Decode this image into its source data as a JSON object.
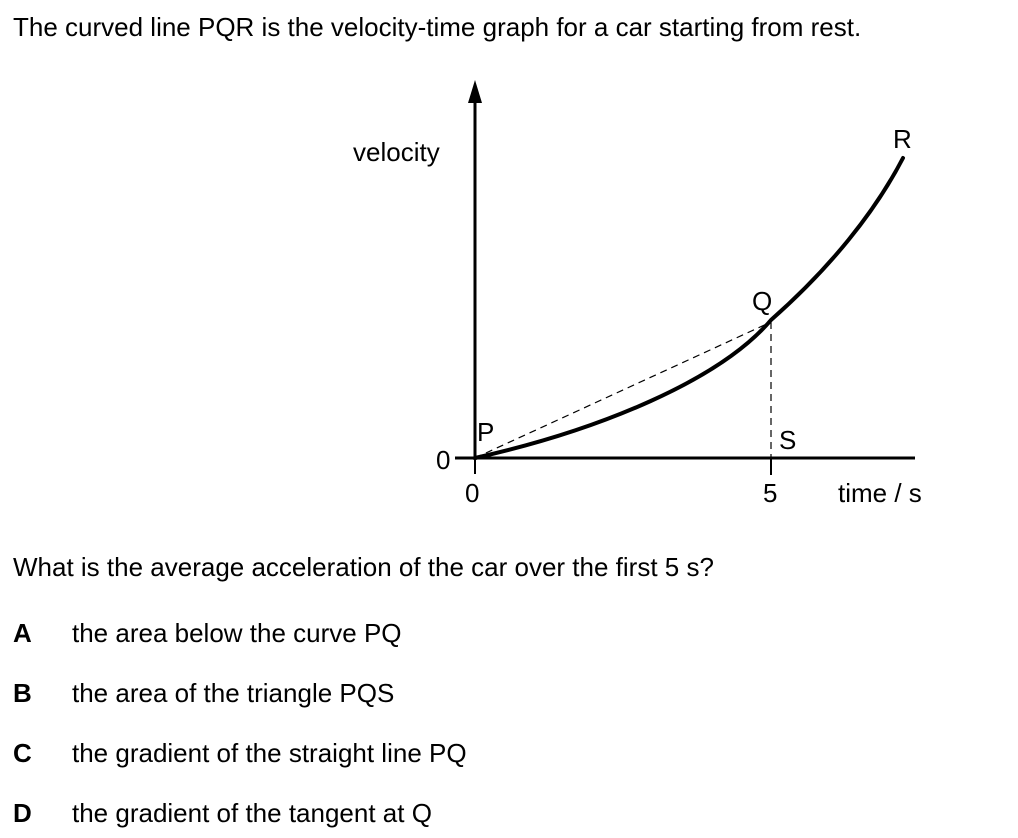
{
  "stem": "The curved line PQR is the velocity-time graph for a car starting from rest.",
  "diagram": {
    "y_axis_label": "velocity",
    "x_axis_label": "time / s",
    "origin_y_tick": "0",
    "origin_x_tick": "0",
    "x_tick_5": "5",
    "point_p": "P",
    "point_q": "Q",
    "point_r": "R",
    "point_s": "S"
  },
  "question": "What is the average acceleration of the car over the first 5 s?",
  "options": [
    {
      "letter": "A",
      "text": "the area below the curve PQ"
    },
    {
      "letter": "B",
      "text": "the area of the triangle PQS"
    },
    {
      "letter": "C",
      "text": "the gradient of the straight line PQ"
    },
    {
      "letter": "D",
      "text": "the gradient of the tangent at Q"
    }
  ]
}
